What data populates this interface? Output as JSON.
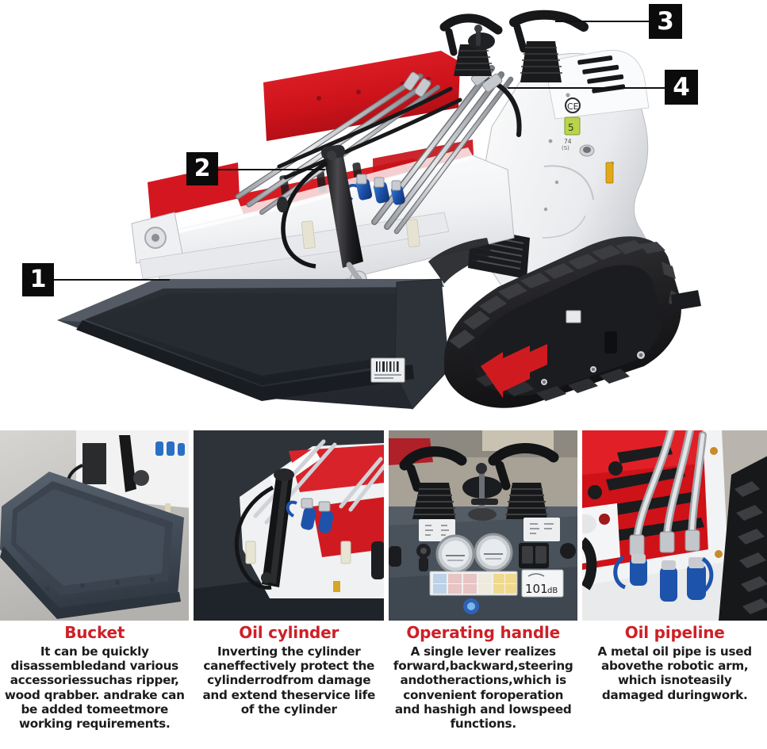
{
  "product": {
    "type": "mini skid steer track loader",
    "body_colors": {
      "shell": "#f4f5f7",
      "accent_red": "#d4141c",
      "track": "#1c1c1e",
      "bucket": "#33383f"
    }
  },
  "hero": {
    "callouts": [
      {
        "number": "1",
        "target": "bucket"
      },
      {
        "number": "2",
        "target": "oil-cylinder"
      },
      {
        "number": "3",
        "target": "operating-handle"
      },
      {
        "number": "4",
        "target": "oil-pipeline"
      }
    ],
    "decals": {
      "ce_mark": "CE",
      "arrow_decal": "red-left-arrow"
    }
  },
  "thumbnails": [
    {
      "name": "bucket-photo",
      "subject": "dark grey bucket attachment on concrete floor"
    },
    {
      "name": "oil-cylinder-photo",
      "subject": "black hydraulic cylinder on white and red loader arm"
    },
    {
      "name": "operating-handle-photo",
      "subject": "twin control levers and instrument console"
    },
    {
      "name": "oil-pipeline-photo",
      "subject": "metal hydraulic pipes with blue quick couplers"
    }
  ],
  "captions": [
    {
      "title": "Bucket",
      "body": "It can be quickly disassembledand various accessoriessuchas ripper, wood qrabber. andrake can be added tomeetmore working requirements."
    },
    {
      "title": "Oil cylinder",
      "body": "Inverting the cylinder caneffectively protect the cylinderrodfrom damage and extend theservice life of the cylinder"
    },
    {
      "title": "Operating handle",
      "body": "A single lever realizes forward,backward,steering andotheractions,which is convenient foroperation and hashigh and lowspeed functions."
    },
    {
      "title": "Oil pipeline",
      "body": "A metal oil pipe is used abovethe robotic arm, which isnoteasily damaged duringwork."
    }
  ],
  "colors": {
    "title_red": "#CE2027",
    "body_black": "#1c1c1c",
    "marker_bg": "#0b0b0b",
    "marker_fg": "#ffffff"
  }
}
